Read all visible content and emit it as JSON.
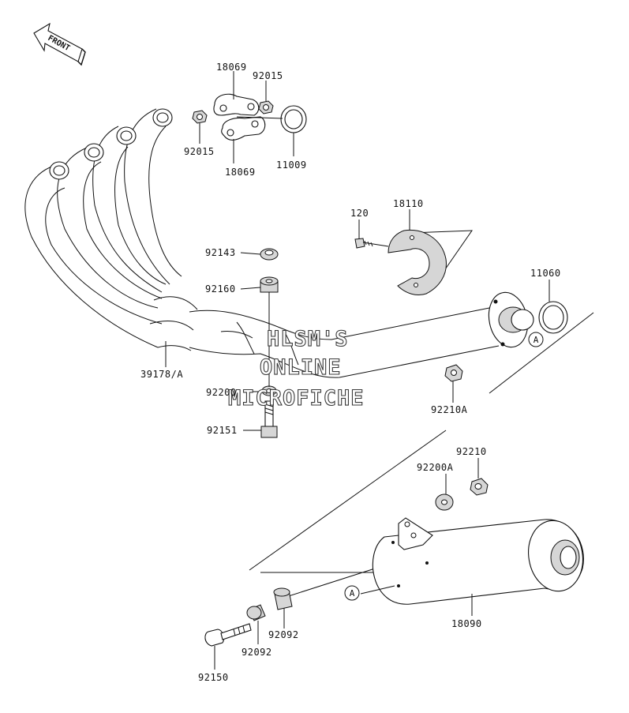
{
  "diagram": {
    "front_label": "FRONT",
    "watermark": [
      "HLSM'S",
      "ONLINE",
      "MICROFICHE"
    ],
    "ref_marker": "A",
    "parts": {
      "p18069_top": "18069",
      "p92015_top": "92015",
      "p92015_left": "92015",
      "p18069_bottom": "18069",
      "p11009": "11009",
      "p120": "120",
      "p18110": "18110",
      "p92143": "92143",
      "p92160": "92160",
      "p11060": "11060",
      "p39178A": "39178/A",
      "p92200": "92200",
      "p92210A": "92210A",
      "p92151": "92151",
      "p92210": "92210",
      "p92200A": "92200A",
      "p18090": "18090",
      "p92092_right": "92092",
      "p92092_left": "92092",
      "p92150": "92150"
    }
  }
}
